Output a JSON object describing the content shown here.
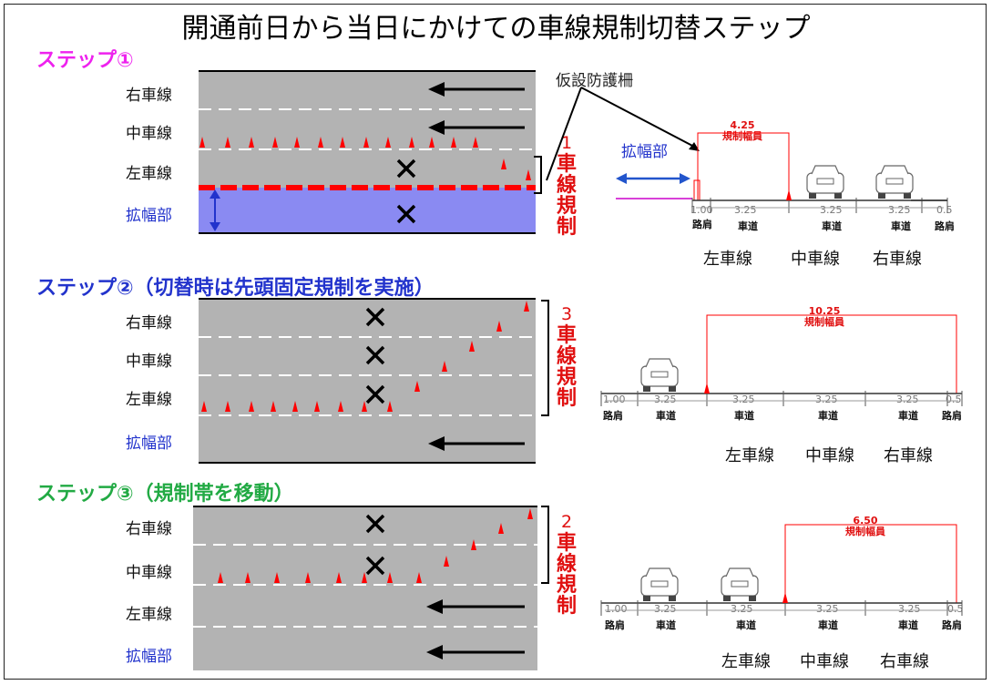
{
  "title": "開通前日から当日にかけての車線規制切替ステップ",
  "steps": [
    {
      "heading": "ステップ①",
      "heading_color": "#ee22ee",
      "lanes": [
        "右車線",
        "中車線",
        "左車線",
        "拡幅部"
      ],
      "closure_num": "1",
      "closure_text": "車線規制",
      "callout": "仮設防護柵",
      "widening": "拡幅部",
      "xsec_width_value": "4.25",
      "xsec_width_label": "規制幅員",
      "xsec_dims": [
        "1.00",
        "3.25",
        "3.25",
        "3.25",
        "0.5"
      ],
      "xsec_types": [
        "路肩",
        "車道",
        "車道",
        "車道",
        "路肩"
      ],
      "xsec_lanes": [
        "左車線",
        "中車線",
        "右車線"
      ]
    },
    {
      "heading": "ステップ②（切替時は先頭固定規制を実施）",
      "heading_color": "#2233cc",
      "lanes": [
        "右車線",
        "中車線",
        "左車線",
        "拡幅部"
      ],
      "closure_num": "3",
      "closure_text": "車線規制",
      "xsec_width_value": "10.25",
      "xsec_width_label": "規制幅員",
      "xsec_dims": [
        "1.00",
        "3.25",
        "3.25",
        "3.25",
        "3.25",
        "0.5"
      ],
      "xsec_types": [
        "路肩",
        "車道",
        "車道",
        "車道",
        "車道",
        "路肩"
      ],
      "xsec_lanes": [
        "左車線",
        "中車線",
        "右車線"
      ]
    },
    {
      "heading": "ステップ③（規制帯を移動）",
      "heading_color": "#22aa44",
      "lanes": [
        "右車線",
        "中車線",
        "左車線",
        "拡幅部"
      ],
      "closure_num": "2",
      "closure_text": "車線規制",
      "xsec_width_value": "6.50",
      "xsec_width_label": "規制幅員",
      "xsec_dims": [
        "1.00",
        "3.25",
        "3.25",
        "3.25",
        "3.25",
        "0.5"
      ],
      "xsec_types": [
        "路肩",
        "車道",
        "車道",
        "車道",
        "車道",
        "路肩"
      ],
      "xsec_lanes": [
        "左車線",
        "中車線",
        "右車線"
      ]
    }
  ],
  "colors": {
    "road": "#b3b3b3",
    "widening_fill": "#8a8af2",
    "cone": "#ff0000",
    "barrier": "#ff0000",
    "closure": "#e01010"
  },
  "icons": [
    "arrow-left-icon",
    "cross-icon",
    "cone-icon",
    "car-icon",
    "double-arrow-icon"
  ]
}
